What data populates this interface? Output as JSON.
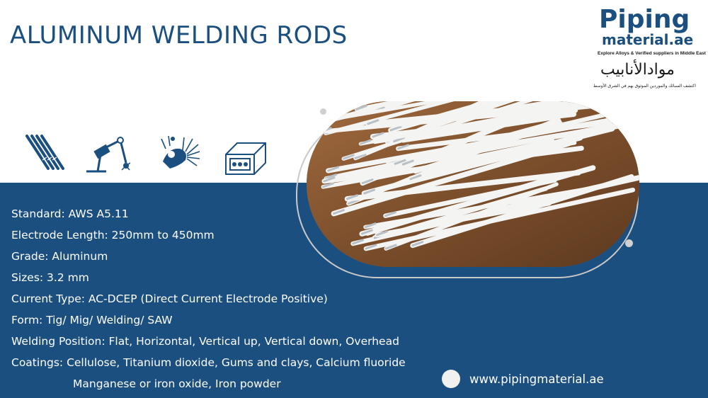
{
  "title": "ALUMINUM WELDING RODS",
  "logo": {
    "main": "Piping",
    "sub": "material.ae",
    "tagline": "Explore Alloys & Verified suppliers in Middle East",
    "arabic": "موادالأنابيب",
    "arabic_tagline": "اكتشف السبائك والموردين الموثوق بهم في الشرق الأوسط"
  },
  "icons": [
    "welding-rods-icon",
    "welding-robot-icon",
    "welding-sparks-icon",
    "extrusion-profile-icon"
  ],
  "specs": [
    "Standard: AWS A5.11",
    "Electrode Length: 250mm to 450mm",
    "Grade: Aluminum",
    "Sizes: 3.2 mm",
    "Current Type: AC-DCEP (Direct Current Electrode Positive)",
    "Form: Tig/ Mig/ Welding/ SAW",
    "Welding Position: Flat, Horizontal, Vertical up, Vertical down, Overhead",
    "Coatings: Cellulose, Titanium dioxide, Gums and clays, Calcium fluoride",
    "Manganese or iron oxide, Iron powder"
  ],
  "website": "www.pipingmaterial.ae",
  "colors": {
    "brand_blue": "#1b4f80",
    "white": "#ffffff",
    "rod": "#f4f4f2",
    "wood": "#8a5a34"
  }
}
